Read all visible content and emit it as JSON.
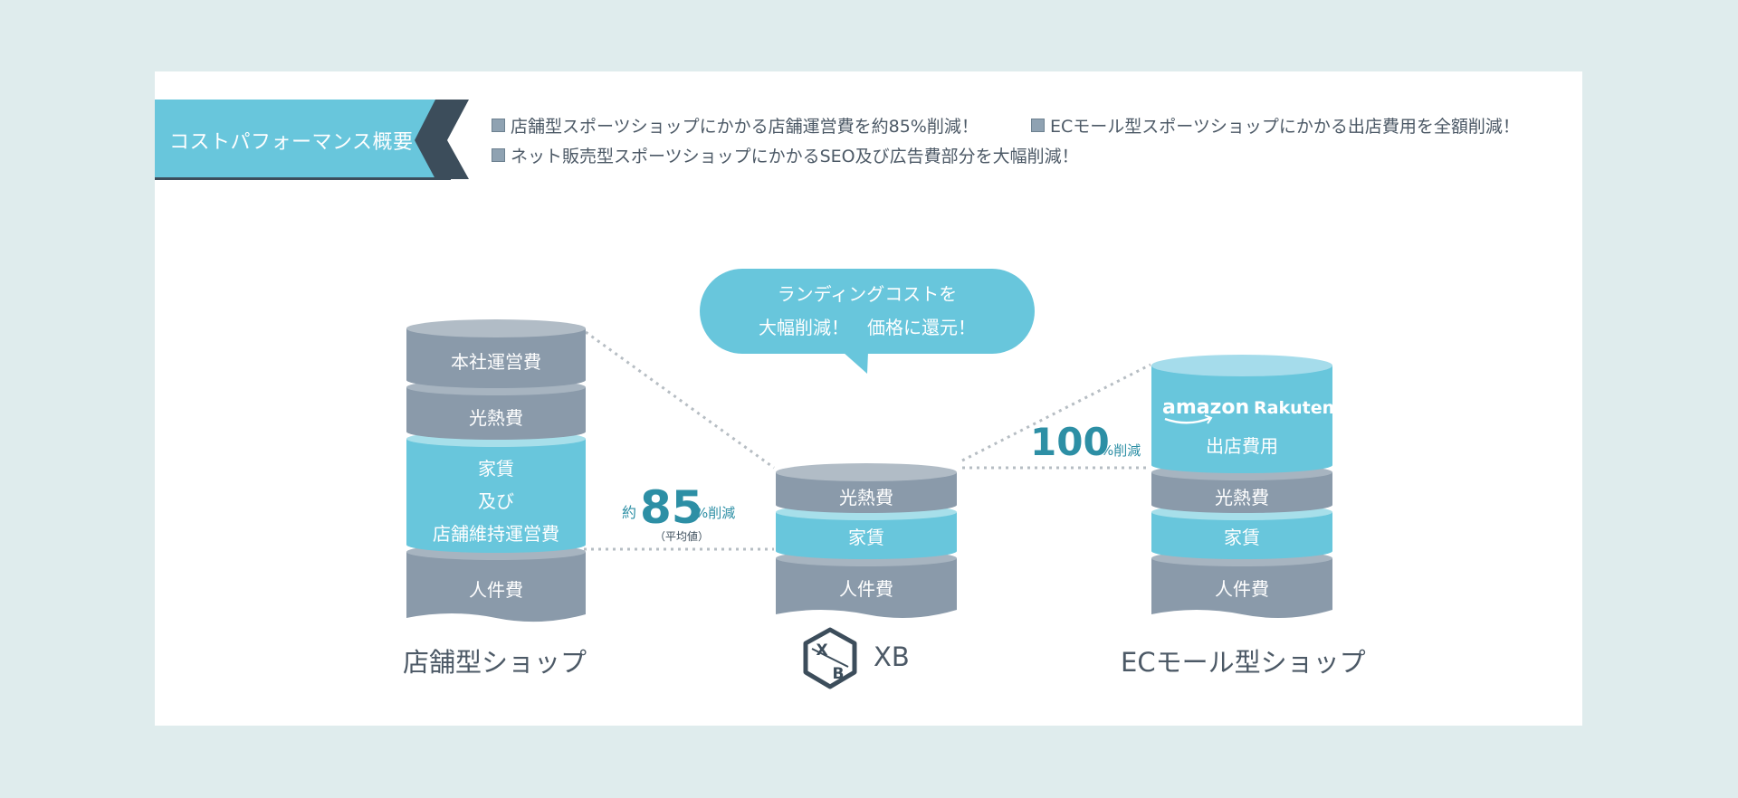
{
  "colors": {
    "background": "#dfeced",
    "card": "#ffffff",
    "accent_blue": "#68c6dc",
    "gray_layer": "#8a9aaa",
    "dark_slate": "#3c4d5b",
    "stat_blue": "#2d8fa5",
    "text_gray": "#4c5966"
  },
  "banner": {
    "title": "コストパフォーマンス概要"
  },
  "bullets": [
    "店舗型スポーツショップにかかる店舗運営費を約85%削減！",
    "ECモール型スポーツショップにかかる出店費用を全額削減！",
    "ネット販売型スポーツショップにかかるSEO及び広告費部分を大幅削減！"
  ],
  "bubble": {
    "line1": "ランディングコストを",
    "line2": "大幅削減！　価格に還元！"
  },
  "stats": {
    "left": {
      "prefix": "約",
      "number": "85",
      "unit": "%削減",
      "note": "（平均値）"
    },
    "right": {
      "number": "100",
      "unit": "%削減"
    }
  },
  "stacks": {
    "store": {
      "label": "店舗型ショップ",
      "layers": {
        "hq": "本社運営費",
        "utilities": "光熱費",
        "rent_l1": "家賃",
        "rent_l2": "及び",
        "rent_l3": "店舗維持運営費",
        "labor": "人件費"
      }
    },
    "xb": {
      "label": "XB",
      "logo_letters": [
        "X",
        "B"
      ],
      "layers": {
        "utilities": "光熱費",
        "rent": "家賃",
        "labor": "人件費"
      }
    },
    "ec": {
      "label": "ECモール型ショップ",
      "brands": [
        "amazon",
        "Rakuten"
      ],
      "layers": {
        "fee": "出店費用",
        "utilities": "光熱費",
        "rent": "家賃",
        "labor": "人件費"
      }
    }
  }
}
